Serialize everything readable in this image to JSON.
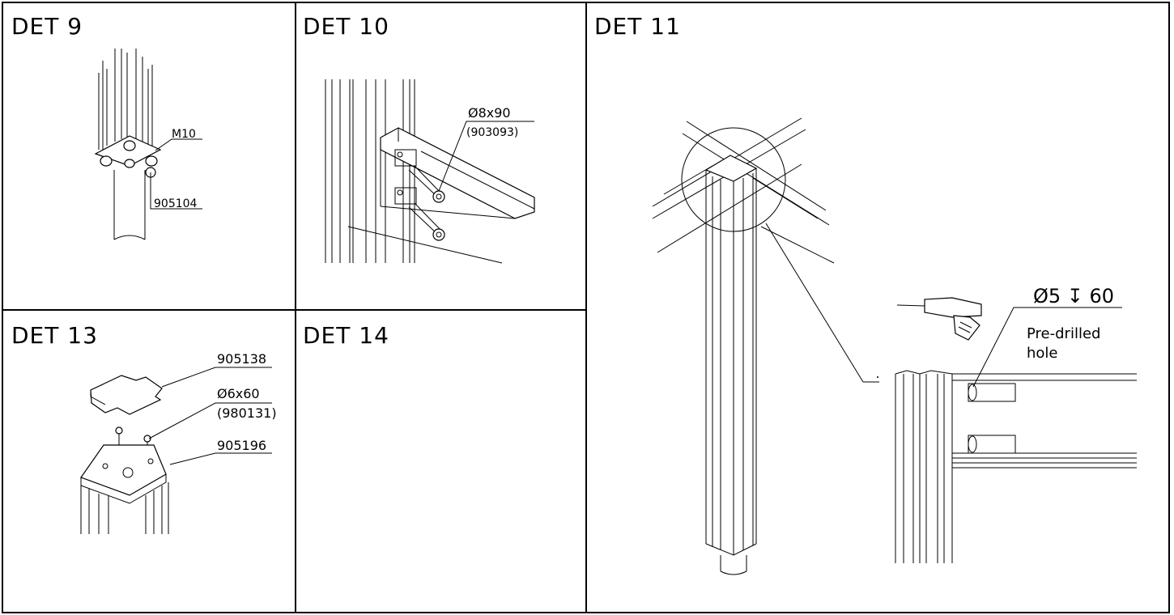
{
  "panels": {
    "det9": {
      "title": "DET 9",
      "callouts": [
        "M10",
        "905104"
      ]
    },
    "det10": {
      "title": "DET 10",
      "callouts": [
        "Ø8x90",
        "(903093)"
      ]
    },
    "det11": {
      "title": "DET 11",
      "dimension": "Ø5 ↧ 60",
      "note_line1": "Pre-drilled",
      "note_line2": "hole"
    },
    "det13": {
      "title": "DET 13",
      "callouts": [
        "905138",
        "Ø6x60",
        "(980131)",
        "905196"
      ]
    },
    "det14": {
      "title": "DET 14"
    }
  },
  "icons": [
    "drill-icon"
  ]
}
